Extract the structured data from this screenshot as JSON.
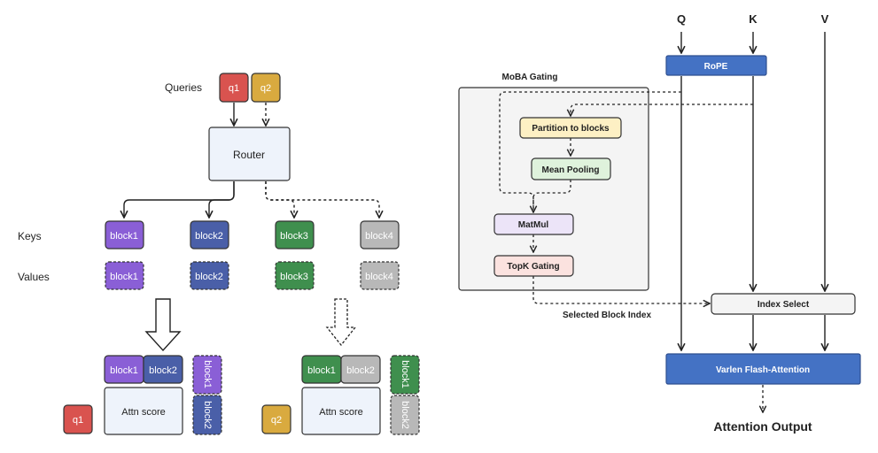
{
  "colors": {
    "q1": "#d9534f",
    "q2": "#d9aa3f",
    "block1": "#8a5fd6",
    "block2": "#4a5fa8",
    "block3": "#3f8f4e",
    "block4": "#b8b8b8",
    "router": "#eef3fb",
    "rope": "#4472c4",
    "partition": "#fdf0c4",
    "meanpool": "#dff2dc",
    "matmul": "#ece4f8",
    "topk": "#fbe2df",
    "indexselect": "#f4f4f4"
  },
  "left": {
    "queries_label": "Queries",
    "q1": "q1",
    "q2": "q2",
    "router": "Router",
    "keys_label": "Keys",
    "values_label": "Values",
    "blocks": [
      "block1",
      "block2",
      "block3",
      "block4"
    ],
    "attn_score": "Attn score"
  },
  "right": {
    "Q": "Q",
    "K": "K",
    "V": "V",
    "rope": "RoPE",
    "moba_title": "MoBA Gating",
    "partition": "Partition to blocks",
    "meanpool": "Mean Pooling",
    "matmul": "MatMul",
    "topk": "TopK Gating",
    "selected_index": "Selected Block Index",
    "index_select": "Index Select",
    "flash": "Varlen Flash-Attention",
    "output": "Attention Output"
  }
}
